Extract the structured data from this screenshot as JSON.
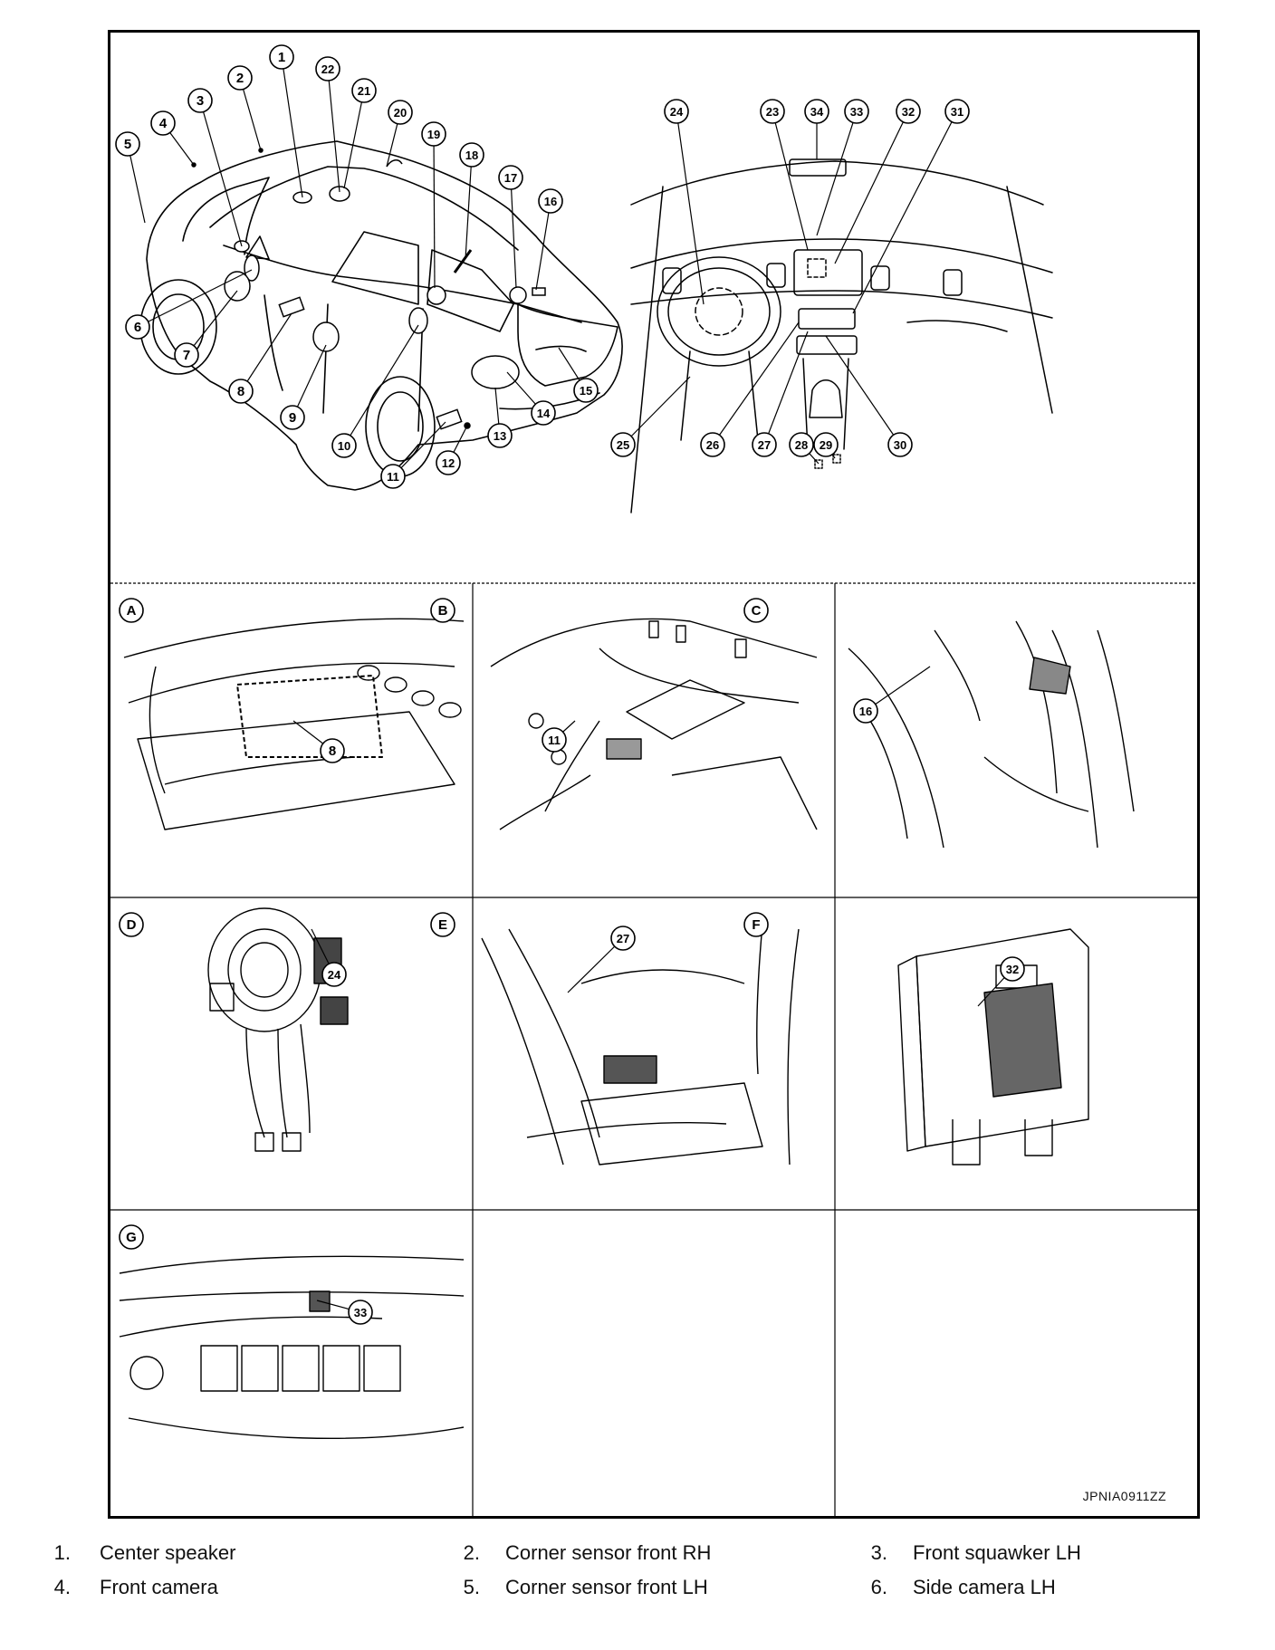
{
  "figure": {
    "main_callouts": [
      "1",
      "2",
      "3",
      "4",
      "5",
      "6",
      "7",
      "8",
      "9",
      "10",
      "11",
      "12",
      "13",
      "14",
      "15",
      "16",
      "17",
      "18",
      "19",
      "20",
      "21",
      "22"
    ],
    "dash_callouts": [
      "23",
      "24",
      "25",
      "26",
      "27",
      "28",
      "29",
      "30",
      "31",
      "32",
      "33",
      "34"
    ],
    "panels": [
      {
        "letter": "A",
        "callouts": [
          "8"
        ]
      },
      {
        "letter": "B",
        "callouts": [
          "11"
        ]
      },
      {
        "letter": "C",
        "callouts": [
          "16"
        ]
      },
      {
        "letter": "D",
        "callouts": [
          "24"
        ]
      },
      {
        "letter": "E",
        "callouts": [
          "27"
        ]
      },
      {
        "letter": "F",
        "callouts": [
          "32"
        ]
      },
      {
        "letter": "G",
        "callouts": [
          "33"
        ]
      }
    ],
    "figure_code": "JPNIA0911ZZ"
  },
  "legend": [
    {
      "num": "1.",
      "text": "Center speaker"
    },
    {
      "num": "2.",
      "text": "Corner sensor front RH"
    },
    {
      "num": "3.",
      "text": "Front squawker LH"
    },
    {
      "num": "4.",
      "text": "Front camera"
    },
    {
      "num": "5.",
      "text": "Corner sensor front LH"
    },
    {
      "num": "6.",
      "text": "Side camera LH"
    }
  ]
}
